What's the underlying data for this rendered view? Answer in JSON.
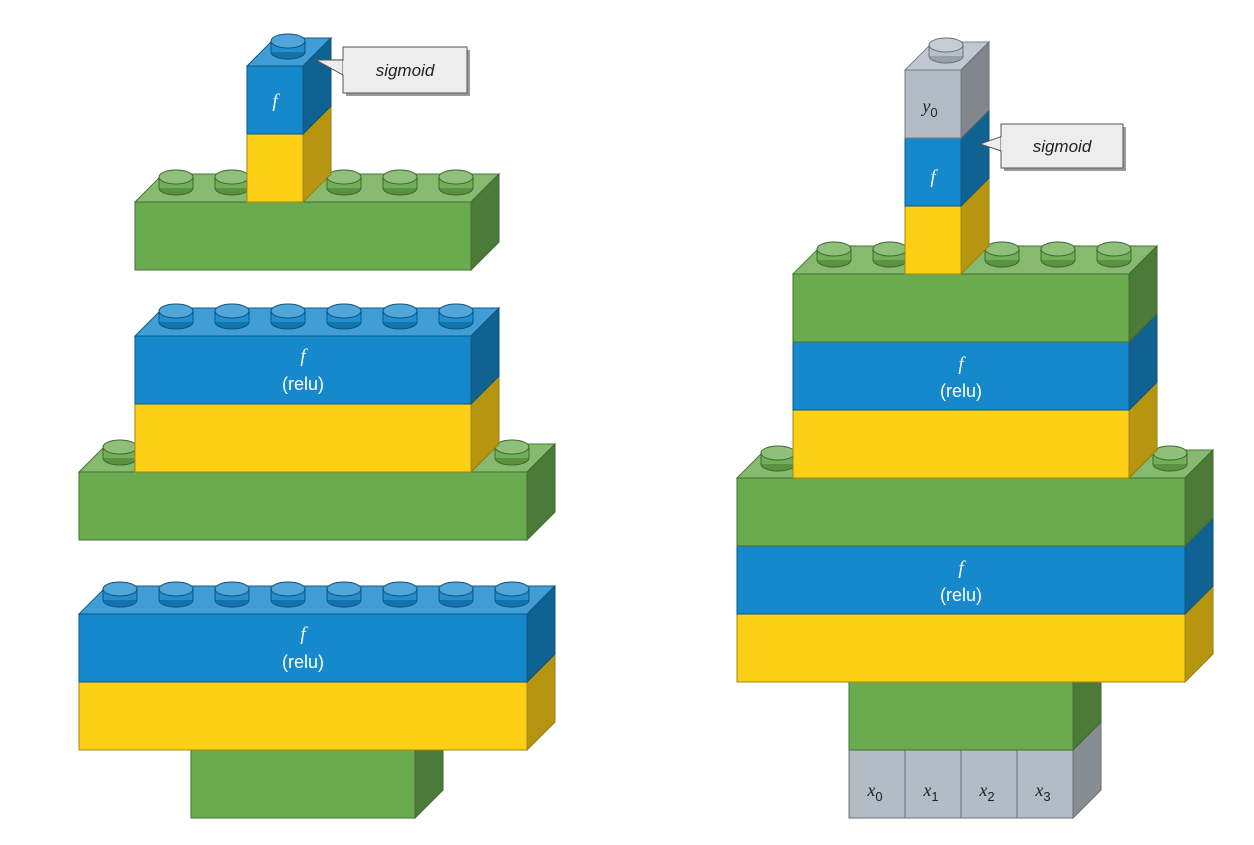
{
  "colors": {
    "green": "#6aab4f",
    "blue": "#1688cc",
    "yellow": "#fdd017",
    "gray": "#b3bcc4"
  },
  "labels": {
    "function": "f",
    "relu": "(relu)",
    "sigmoid": "sigmoid",
    "output": {
      "base": "y",
      "sub": "0"
    },
    "inputs": [
      {
        "base": "x",
        "sub": "0"
      },
      {
        "base": "x",
        "sub": "1"
      },
      {
        "base": "x",
        "sub": "2"
      },
      {
        "base": "x",
        "sub": "3"
      }
    ]
  }
}
